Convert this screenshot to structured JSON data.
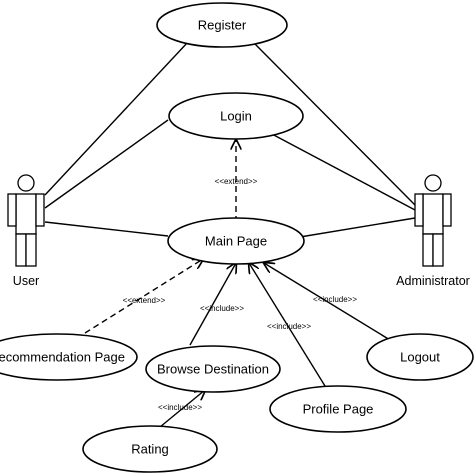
{
  "actors": [
    {
      "id": "user",
      "label": "User"
    },
    {
      "id": "admin",
      "label": "Administrator"
    }
  ],
  "use_cases": [
    {
      "id": "register",
      "label": "Register"
    },
    {
      "id": "login",
      "label": "Login"
    },
    {
      "id": "main",
      "label": "Main Page"
    },
    {
      "id": "recommend",
      "label": "Recommendation Page"
    },
    {
      "id": "browse",
      "label": "Browse Destination"
    },
    {
      "id": "logout",
      "label": "Logout"
    },
    {
      "id": "profile",
      "label": "Profile Page"
    },
    {
      "id": "rating",
      "label": "Rating"
    }
  ],
  "relationships": {
    "login_main": "<<extend>>",
    "recommend_main": "<<extend>>",
    "browse_main": "<<include>>",
    "profile_main": "<<include>>",
    "logout_main": "<<include>>",
    "rating_browse": "<<include>>"
  }
}
